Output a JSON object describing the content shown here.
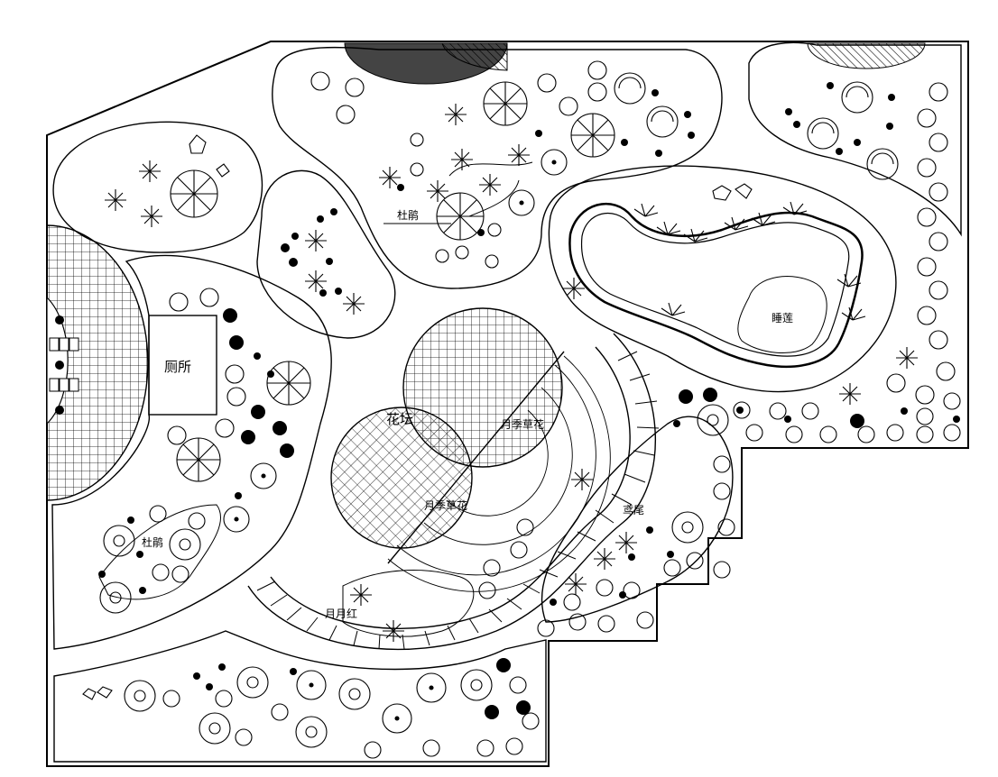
{
  "labels": {
    "toilet": "厕所",
    "lotus": "睡莲",
    "azalea_top": "杜鹃",
    "azalea_left": "杜鹃",
    "rose_plaza": "月季草花",
    "rose_plaza_2": "月季草花",
    "flower_bed": "花坛",
    "iris": "鸢尾",
    "china_rose": "月月红"
  },
  "colors": {
    "line": "#000000",
    "background": "#ffffff"
  }
}
